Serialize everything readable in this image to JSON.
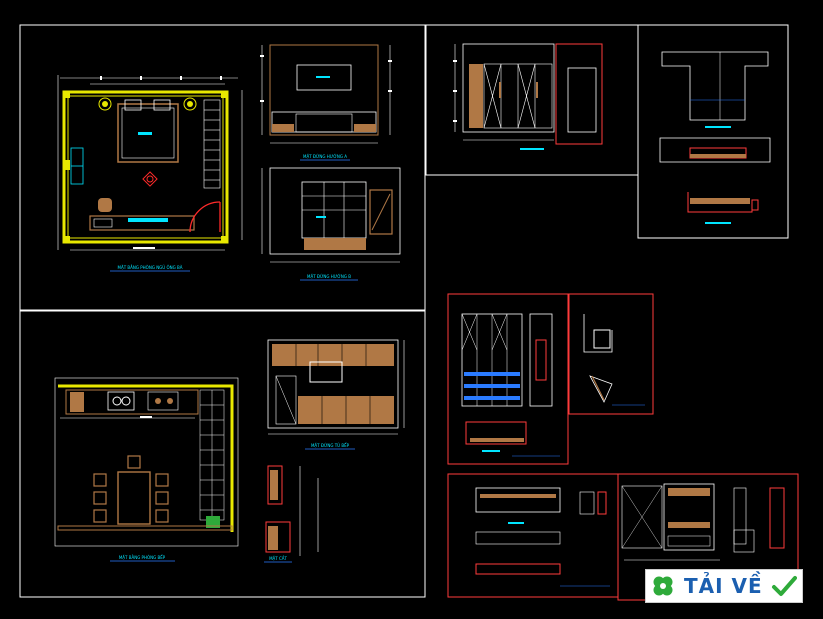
{
  "drawing": {
    "captions": {
      "bedroom_plan": "MẶT BẰNG PHÒNG NGỦ ÔNG BÀ",
      "elev_a": "MẶT ĐỨNG HƯỚNG A",
      "elev_b": "MẶT ĐỨNG HƯỚNG B",
      "kitchen_plan": "MẶT BẰNG PHÒNG BẾP",
      "kitchen_elev": "MẶT ĐỨNG TỦ BẾP",
      "section": "MẶT CẮT"
    }
  },
  "badge": {
    "label": "TẢI VỀ",
    "icon_left": "clover-icon",
    "icon_right": "checkmark-icon"
  },
  "colors": {
    "background": "#000000",
    "frame": "#ffffff",
    "wall": "#e8e800",
    "wood": "#b07845",
    "dim_cyan": "#00e5ff",
    "dim_blue": "#2a7bff",
    "red": "#ff2a2a",
    "badge_blue": "#1b5fb0",
    "badge_green": "#2eaa3a"
  }
}
